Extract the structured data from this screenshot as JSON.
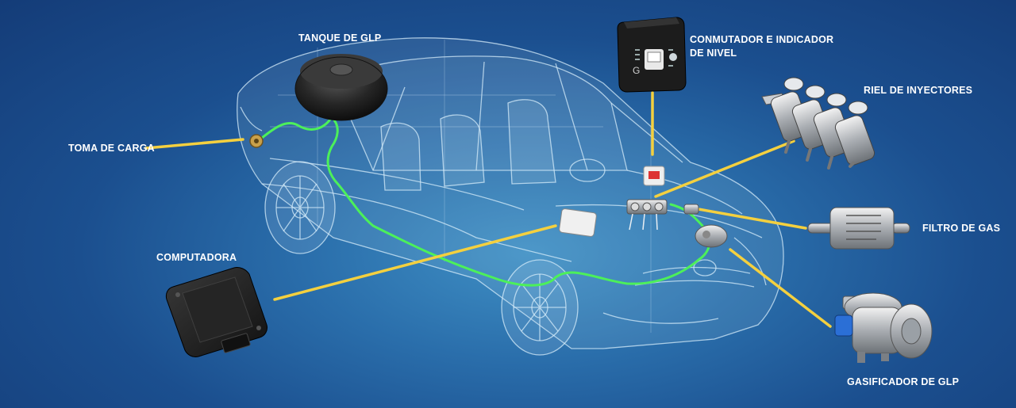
{
  "labels": {
    "tank": "TANQUE DE GLP",
    "switch_line1": "CONMUTADOR E INDICADOR",
    "switch_line2": "DE NIVEL",
    "injector_rail": "RIEL DE INYECTORES",
    "filling_point": "TOMA DE CARGA",
    "gas_filter": "FILTRO DE GAS",
    "computer": "COMPUTADORA",
    "vaporizer": "GASIFICADOR DE GLP"
  },
  "switch_display": {
    "letter": "G"
  },
  "colors": {
    "background": "#1b4f8f",
    "leader_line": "#f4d03f",
    "gas_line": "#4cf05a",
    "wireframe": "#cfe6f7",
    "label_text": "#ffffff"
  }
}
